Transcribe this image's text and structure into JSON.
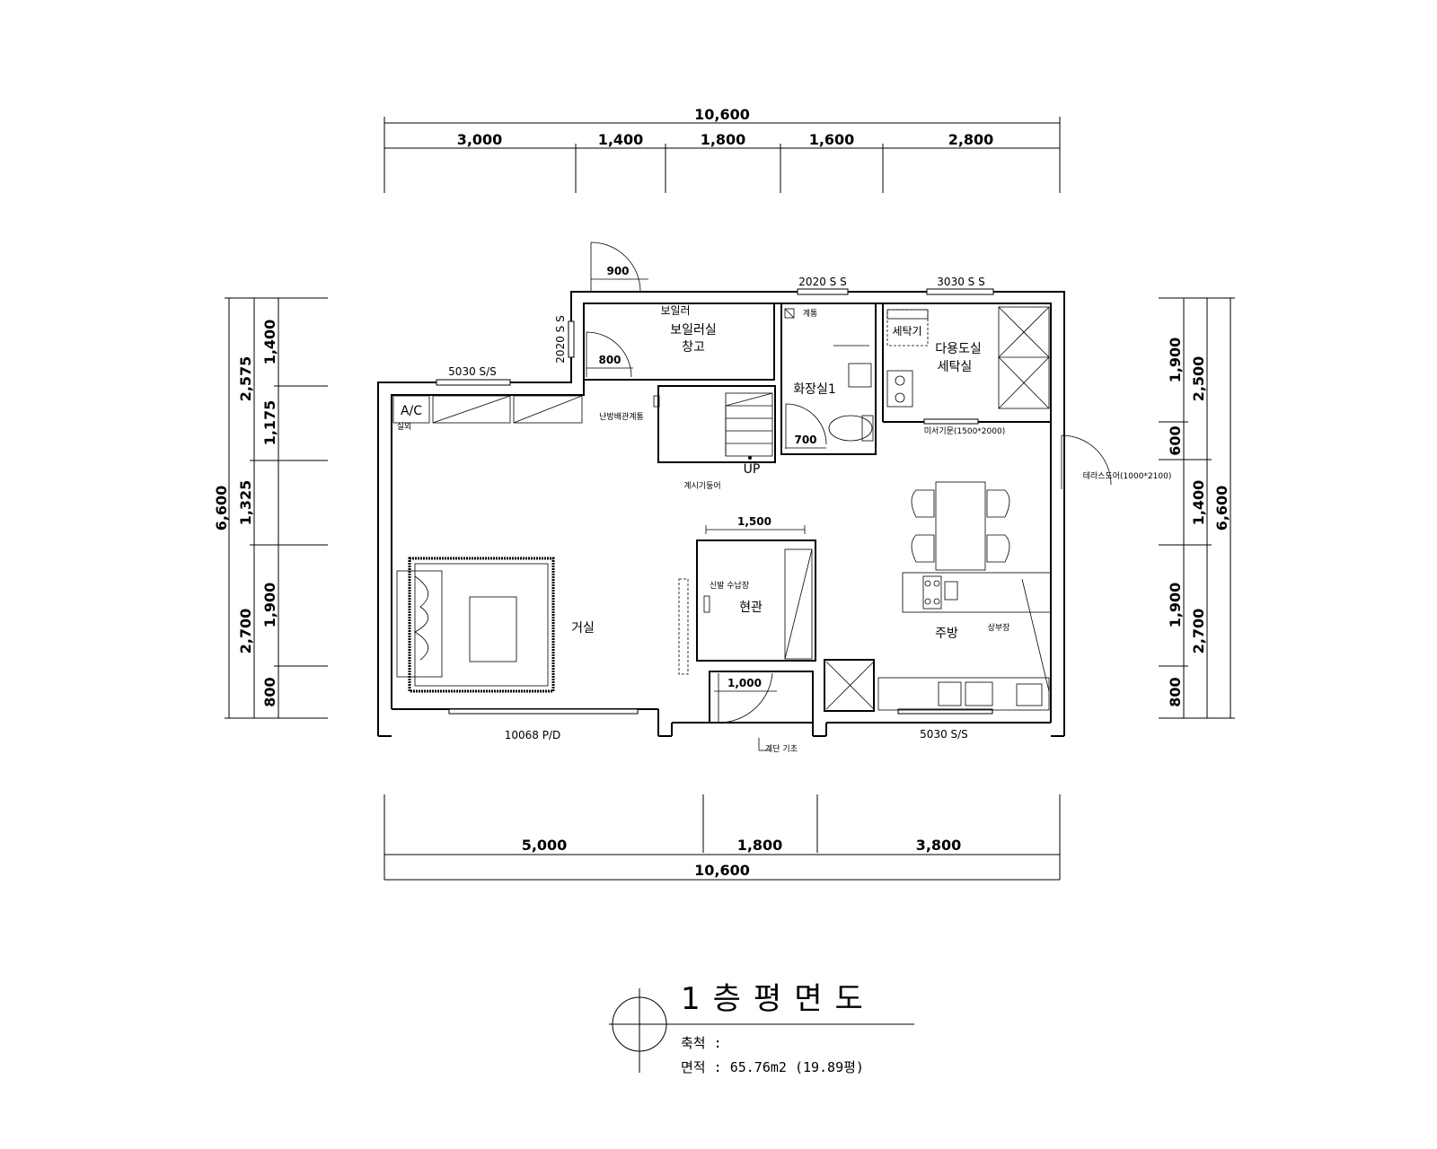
{
  "dimensions": {
    "top_total": "10,600",
    "top_segments": [
      "3,000",
      "1,400",
      "1,800",
      "1,600",
      "2,800"
    ],
    "bottom_segments": [
      "5,000",
      "1,800",
      "3,800"
    ],
    "bottom_total": "10,600",
    "left_total": "6,600",
    "left_mid": [
      "2,575",
      "1,325",
      "2,700"
    ],
    "left_inner": [
      "1,400",
      "1,175",
      "1,900",
      "800"
    ],
    "right_total": "6,600",
    "right_mid": [
      "2,500",
      "1,400",
      "2,700"
    ],
    "right_inner": [
      "1,900",
      "600",
      "1,900",
      "800"
    ],
    "entry_width": "1,500",
    "door_900": "900",
    "door_800": "800",
    "door_700": "700",
    "door_1000": "1,000"
  },
  "rooms": {
    "boiler_storage_1": "보일러실",
    "boiler_storage_2": "창고",
    "boiler_tag": "보일러",
    "bathroom": "화장실1",
    "utility_1": "다용도실",
    "utility_2": "세탁실",
    "washer_tag": "세탁기",
    "living": "거실",
    "entrance": "현관",
    "kitchen": "주방",
    "ac": "A/C"
  },
  "labels": {
    "win_5030_top": "5030 S/S",
    "win_2020_top": "2020 S S",
    "win_3030": "3030 S S",
    "win_2020_side": "2020 S S",
    "win_10068": "10068 P/D",
    "win_5030_bottom": "5030 S/S",
    "heating_pipe": "난방배관계통",
    "up": "UP",
    "stair_note": "계시기둥어",
    "door_mesh": "미서기문(1500*2000)",
    "door_terrace": "테라스도어(1000*2100)",
    "upper_cabinet": "상부장",
    "bath_note": "계통",
    "shoe_note": "신발 수납장",
    "ac_note": "실외",
    "entry_note": "계단 기초"
  },
  "title": {
    "main": "1층평면도",
    "scale": "축척 :",
    "area": "면적 : 65.76m2 (19.89평)"
  }
}
